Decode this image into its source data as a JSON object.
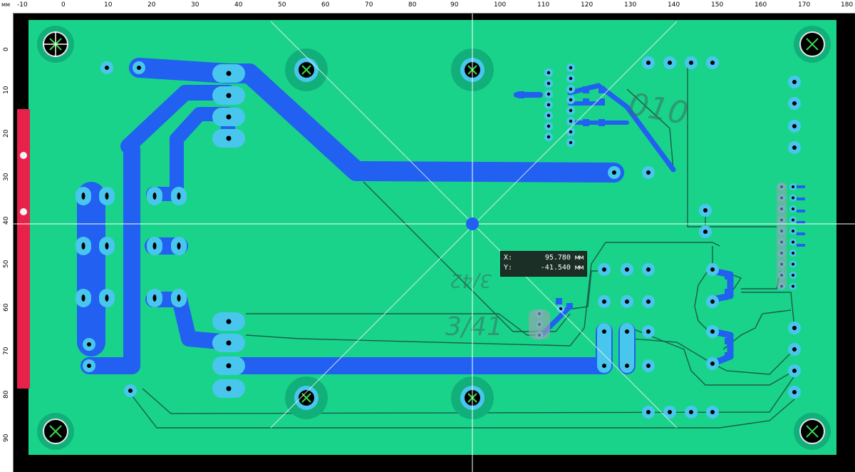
{
  "ruler": {
    "unit": "мм",
    "top_ticks": [
      "-10",
      "0",
      "10",
      "20",
      "30",
      "40",
      "50",
      "60",
      "70",
      "80",
      "90",
      "100",
      "110",
      "120",
      "130",
      "140",
      "150",
      "160",
      "170",
      "180"
    ],
    "left_ticks": [
      "0",
      "10",
      "20",
      "30",
      "40",
      "50",
      "60",
      "70",
      "80",
      "90"
    ]
  },
  "cursor_readout": {
    "x_label": "X:",
    "x_value": "95.780 мм",
    "y_label": "Y:",
    "y_value": "-41.540 мм"
  },
  "board_marks": {
    "mark1": "010",
    "mark2": "3/42",
    "mark3": "3/41"
  },
  "colors": {
    "board": "#19d38b",
    "copper": "#2160f0",
    "pad": "#49c6ee",
    "hole": "#000000",
    "edge_strip": "#e8214a",
    "crosshair": "#ffffff"
  }
}
